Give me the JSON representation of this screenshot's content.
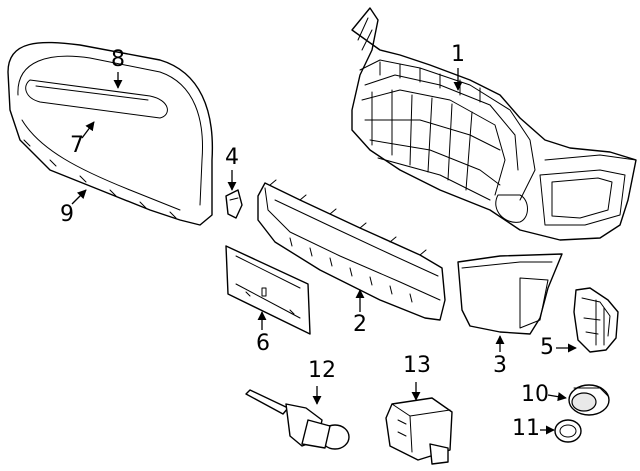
{
  "callouts": {
    "c1": "1",
    "c2": "2",
    "c3": "3",
    "c4": "4",
    "c5": "5",
    "c6": "6",
    "c7": "7",
    "c8": "8",
    "c9": "9",
    "c10": "10",
    "c11": "11",
    "c12": "12",
    "c13": "13"
  },
  "colors": {
    "line": "#000000",
    "fill": "#ffffff"
  }
}
